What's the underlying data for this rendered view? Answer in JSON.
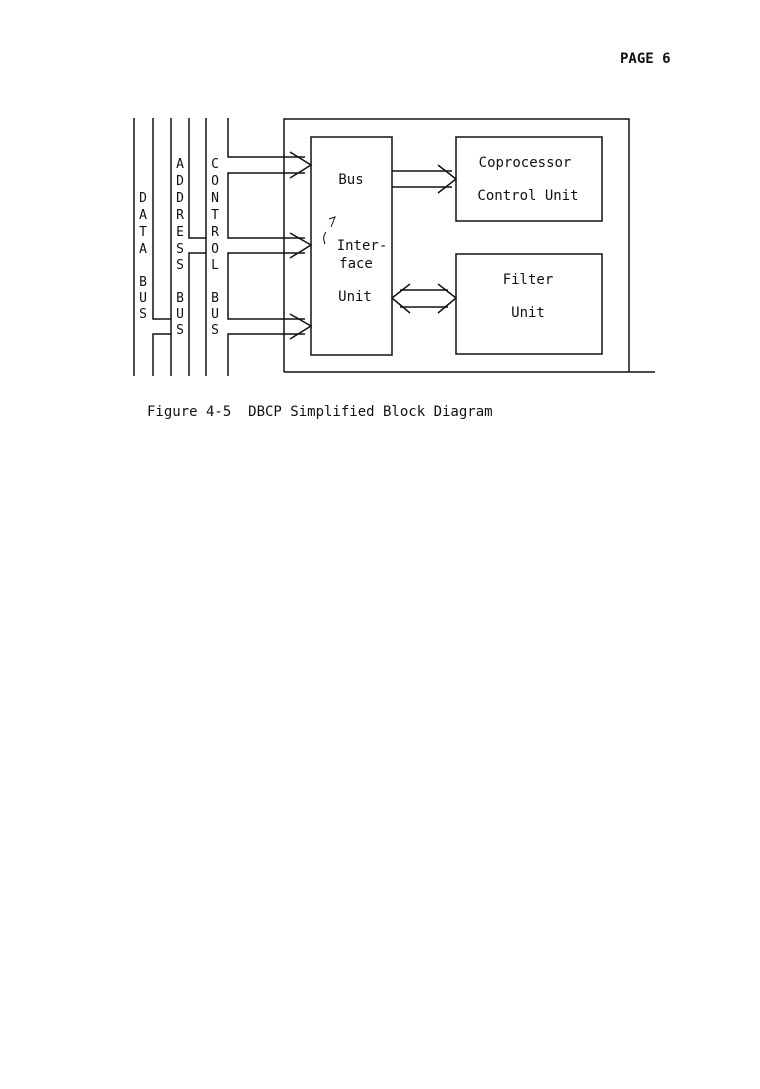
{
  "header": {
    "page_label": "PAGE 6"
  },
  "figure": {
    "buses": {
      "data": {
        "letters": [
          "D",
          "A",
          "T",
          "A"
        ],
        "bus": [
          "B",
          "U",
          "S"
        ]
      },
      "address": {
        "letters": [
          "A",
          "D",
          "D",
          "R",
          "E",
          "S",
          "S"
        ],
        "bus": [
          "B",
          "U",
          "S"
        ]
      },
      "control": {
        "letters": [
          "C",
          "O",
          "N",
          "T",
          "R",
          "O",
          "L"
        ],
        "bus": [
          "B",
          "U",
          "S"
        ]
      }
    },
    "bus_interface_unit": {
      "line1": "Bus",
      "line2": "Inter-",
      "line3": "face",
      "line4": "Unit"
    },
    "coprocessor_control_unit": {
      "line1": "Coprocessor",
      "line2": "Control Unit"
    },
    "filter_unit": {
      "line1": "Filter",
      "line2": "Unit"
    },
    "caption": "Figure 4-5  DBCP Simplified Block Diagram"
  }
}
